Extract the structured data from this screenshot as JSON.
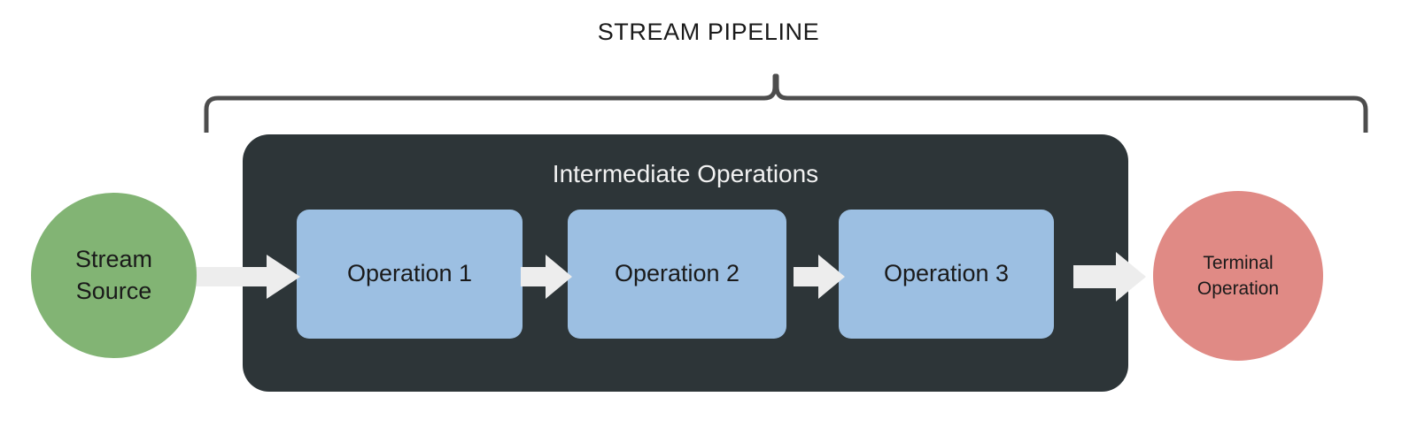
{
  "diagram": {
    "title": "STREAM PIPELINE",
    "brace_label_target": "STREAM PIPELINE",
    "source_node": {
      "line1": "Stream",
      "line2": "Source",
      "color": "#82b474"
    },
    "pipeline_panel": {
      "label": "Intermediate Operations",
      "color": "#2d3538",
      "operations": [
        {
          "label": "Operation 1",
          "color": "#9cbfe2"
        },
        {
          "label": "Operation 2",
          "color": "#9cbfe2"
        },
        {
          "label": "Operation 3",
          "color": "#9cbfe2"
        }
      ]
    },
    "terminal_node": {
      "line1": "Terminal",
      "line2": "Operation",
      "color": "#e08a85"
    },
    "flow_arrows": [
      {
        "name": "source-to-operation-1"
      },
      {
        "name": "operation-1-to-operation-2"
      },
      {
        "name": "operation-2-to-operation-3"
      },
      {
        "name": "operation-3-to-terminal"
      }
    ],
    "colors": {
      "background": "#ffffff",
      "arrow": "#ededed",
      "brace": "#4d4d4d",
      "title_text": "#1a1a1a",
      "panel_text": "#f2f2f2"
    }
  }
}
